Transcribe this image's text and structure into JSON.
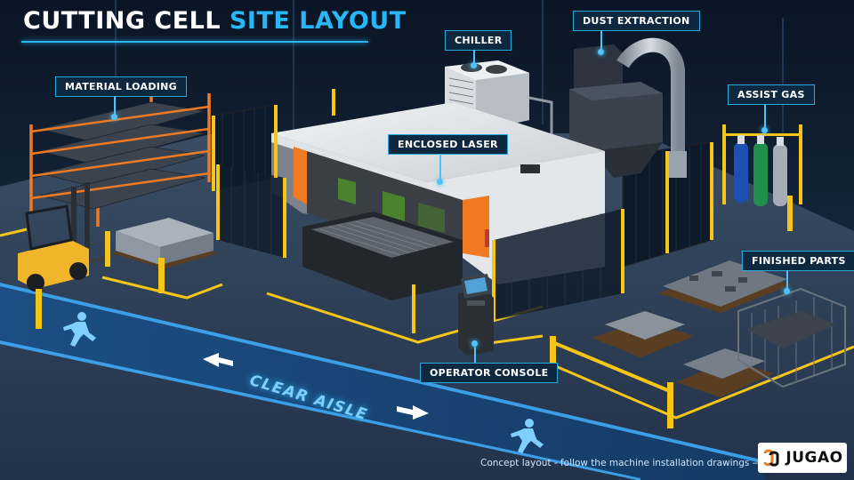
{
  "title": {
    "part1": "CUTTING CELL",
    "part2": "SITE LAYOUT"
  },
  "callouts": {
    "material_loading": "MATERIAL LOADING",
    "chiller": "CHILLER",
    "dust_extraction": "DUST EXTRACTION",
    "assist_gas": "ASSIST GAS",
    "enclosed_laser": "ENCLOSED LASER",
    "finished_parts": "FINISHED PARTS",
    "operator_console": "OPERATOR CONSOLE"
  },
  "aisle": {
    "label": "CLEAR AISLE"
  },
  "footer": {
    "note": "Concept layout - follow the machine installation drawings —"
  },
  "logo": {
    "text": "JUGAO"
  },
  "colors": {
    "accent": "#29b6f6",
    "safety_yellow": "#f5c518",
    "machine_orange": "#f07a22",
    "background": "#0c1624"
  }
}
